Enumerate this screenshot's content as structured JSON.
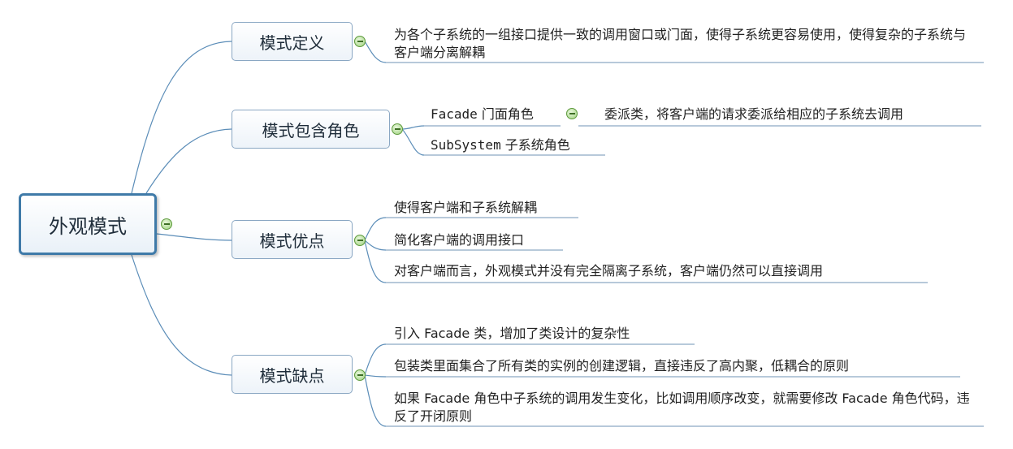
{
  "root": {
    "label": "外观模式"
  },
  "branches": [
    {
      "label": "模式定义",
      "leaves": [
        "为各个子系统的一组接口提供一致的调用窗口或门面，使得子系统更容易使用，使得复杂的子系统与客户端分离解耦"
      ]
    },
    {
      "label": "模式包含角色",
      "roles": [
        {
          "name": "Facade",
          "label": "门面角色",
          "desc": "委派类，将客户端的请求委派给相应的子系统去调用"
        },
        {
          "name": "SubSystem",
          "label": "子系统角色"
        }
      ]
    },
    {
      "label": "模式优点",
      "leaves": [
        "使得客户端和子系统解耦",
        "简化客户端的调用接口",
        "对客户端而言，外观模式并没有完全隔离子系统，客户端仍然可以直接调用"
      ]
    },
    {
      "label": "模式缺点",
      "leaves": [
        "引入 Facade 类，增加了类设计的复杂性",
        "包装类里面集合了所有类的实例的创建逻辑，直接违反了高内聚，低耦合的原则",
        "如果 Facade 角色中子系统的调用发生变化，比如调用顺序改变，就需要修改 Facade 角色代码，违反了开闭原则"
      ]
    }
  ],
  "colors": {
    "line": "#5b8db8",
    "underline": "#6f93b6",
    "node_border": "#8aa7c3",
    "root_border": "#3f7aa8",
    "collapse": "#9fd27e"
  }
}
